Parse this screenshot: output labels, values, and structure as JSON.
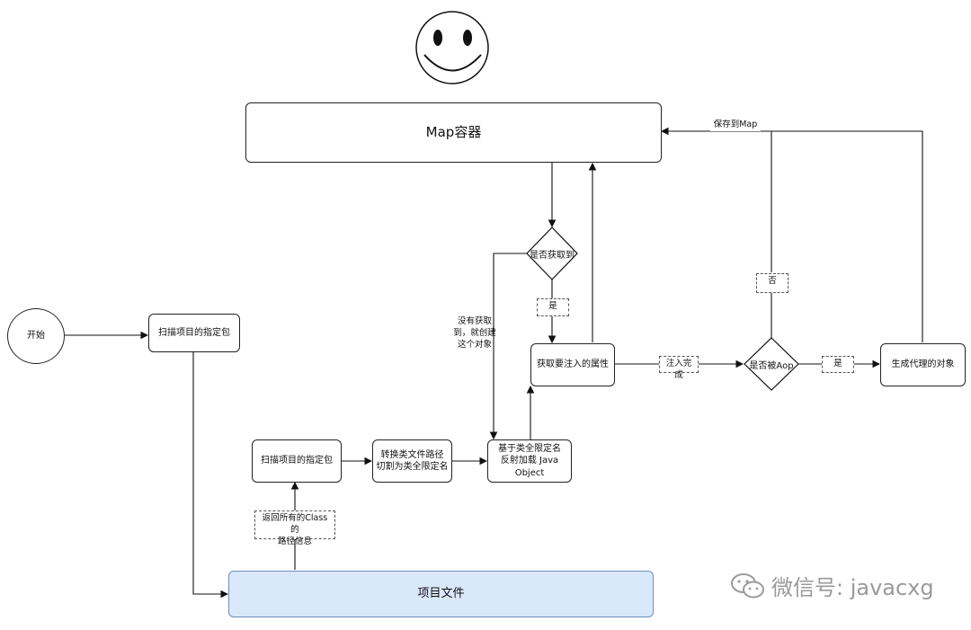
{
  "nodes": {
    "map_container": "Map容器",
    "start": "开始",
    "scan_package_top": "扫描项目的指定包",
    "get_map_decision": "是否获取到",
    "get_inject_property": "获取要注入的属性",
    "is_aop_decision": "是否被Aop",
    "generate_proxy": "生成代理的对象",
    "scan_package_bottom": "扫描项目的指定包",
    "convert_path": "转换类文件路径\n切割为类全限定名",
    "reflect_load": "基于类全限定名\n反射加载 Java Object",
    "project_files": "项目文件"
  },
  "edge_labels": {
    "save_to_map": "保存到Map",
    "no_label": "否",
    "yes_label_get": "是",
    "not_found_create": "没有获取\n到，就创建\n这个对象",
    "inject_done": "注入完成",
    "yes_label_aop": "是",
    "return_class_paths": "返回所有的Class的\n路径信息"
  },
  "watermark": "微信号: javacxg",
  "icons": [
    "smiley-face-icon",
    "wechat-icon"
  ]
}
